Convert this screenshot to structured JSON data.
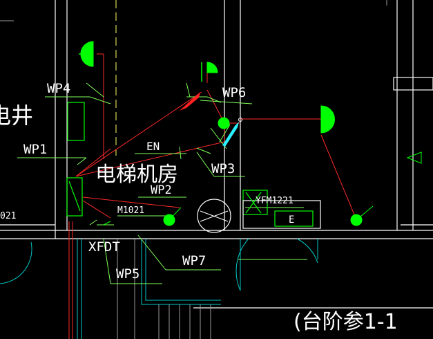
{
  "drawing": {
    "palette": {
      "background": "#000000",
      "wall": "#ffffff",
      "wiring": "#ff2a2a",
      "leader": "#7fff5a",
      "device": "#00ff00",
      "door": "#00c8c8",
      "axis": "#ffff66",
      "gray": "#9a9a9a",
      "arrow_red": "#ff2020",
      "arrow_cyan": "#2af0ff"
    },
    "labels": {
      "wp4": "WP4",
      "wp6": "WP6",
      "wp1": "WP1",
      "en": "EN",
      "wp3": "WP3",
      "wp2": "WP2",
      "room": "电梯机房",
      "shaft": "电井",
      "m1021_left": "021",
      "m1021": "M1021",
      "yfm1221": "YFM1221",
      "e": "E",
      "xfdt": "XFDT",
      "wp5": "WP5",
      "wp7": "WP7",
      "stair_note": "(台阶参1-1"
    }
  }
}
